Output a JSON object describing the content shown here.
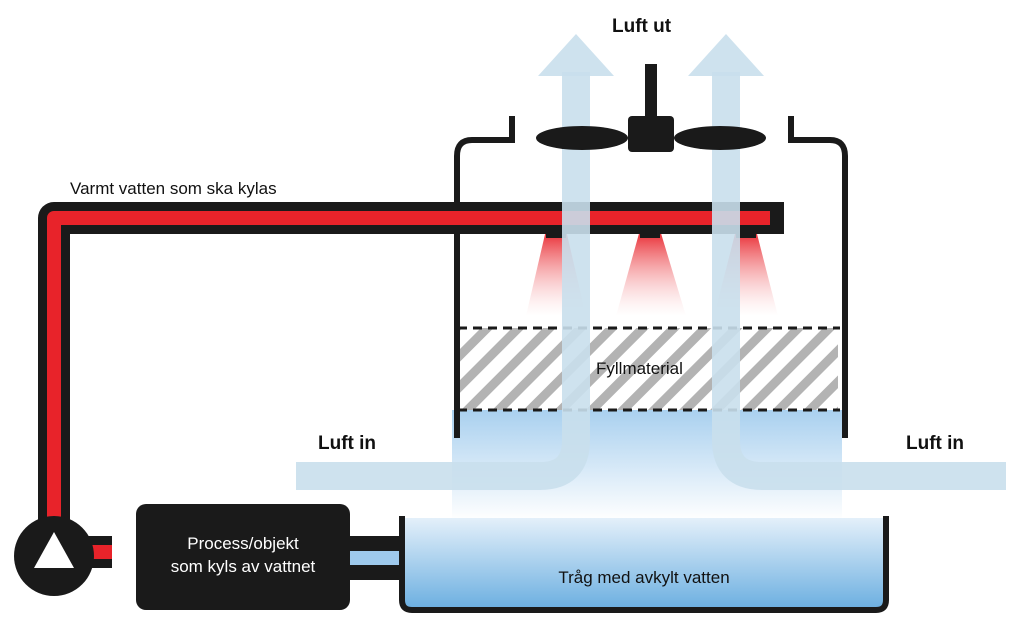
{
  "labels": {
    "air_out": "Luft ut",
    "air_in_left": "Luft in",
    "air_in_right": "Luft in",
    "hot_water": "Varmt vatten som ska kylas",
    "fill_material": "Fyllmaterial",
    "process_line1": "Process/objekt",
    "process_line2": "som kyls av vattnet",
    "basin": "Tråg med avkylt vatten"
  },
  "colors": {
    "hot_water": "#e8232a",
    "outline": "#1a1a1a",
    "airflow": "#c9dfec",
    "cold_water": "#7fb6e4"
  }
}
